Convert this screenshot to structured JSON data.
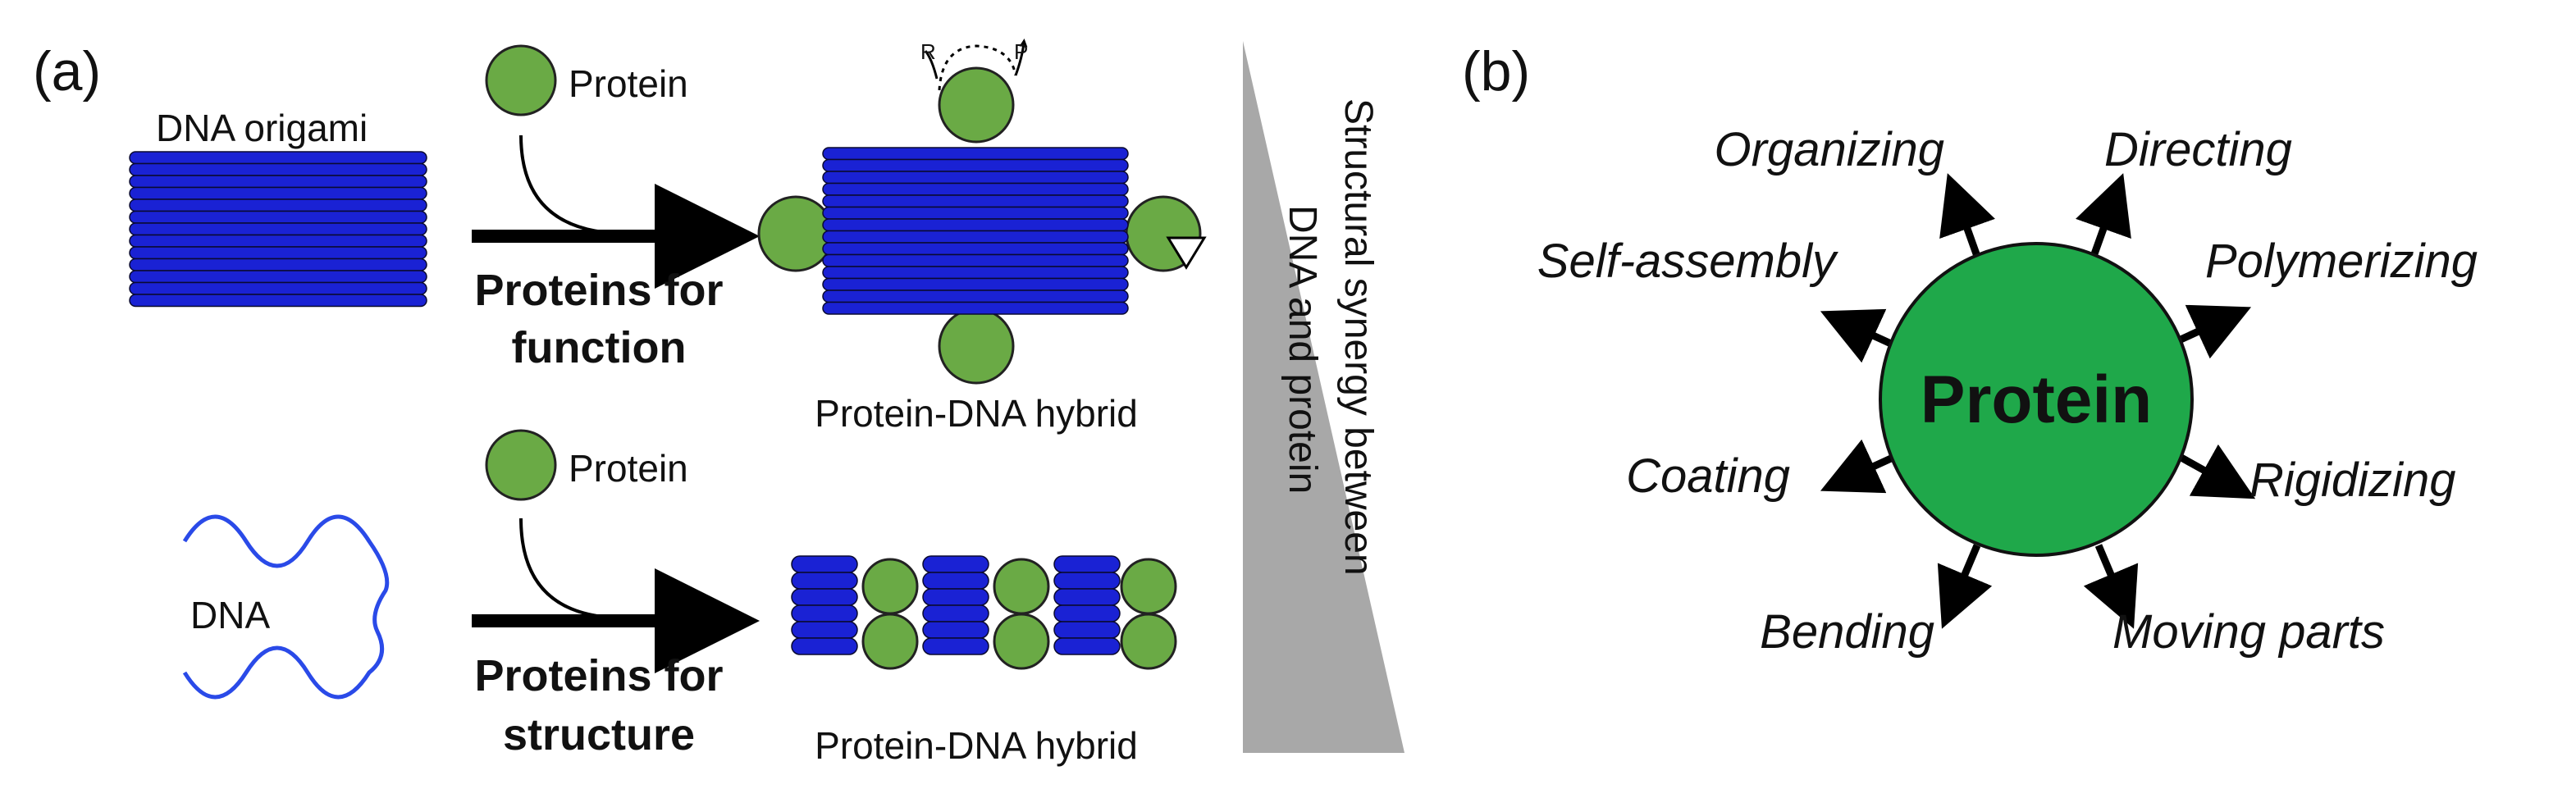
{
  "panel_a": {
    "label": "(a)",
    "top_row": {
      "input_label": "DNA origami",
      "protein_label": "Protein",
      "arrow_label_line1": "Proteins for",
      "arrow_label_line2": "function",
      "product_label": "Protein-DNA hybrid",
      "reaction_in": "R",
      "reaction_out": "P"
    },
    "bottom_row": {
      "input_label": "DNA",
      "protein_label": "Protein",
      "arrow_label_line1": "Proteins for",
      "arrow_label_line2": "structure",
      "product_label": "Protein-DNA hybrid"
    },
    "synergy_line1": "Structural synergy between",
    "synergy_line2": "DNA and protein"
  },
  "panel_b": {
    "label": "(b)",
    "center": "Protein",
    "roles": {
      "organizing": "Organizing",
      "directing": "Directing",
      "self_assembly": "Self-assembly",
      "polymerizing": "Polymerizing",
      "coating": "Coating",
      "rigidizing": "Rigidizing",
      "bending": "Bending",
      "moving_parts": "Moving parts"
    }
  },
  "colors": {
    "dna_blue": "#1a22d4",
    "dna_strand": "#2a4ae8",
    "protein_green": "#6aaa45",
    "protein_green_b": "#1fa84a",
    "gradient_gray": "#a8a8a8"
  }
}
